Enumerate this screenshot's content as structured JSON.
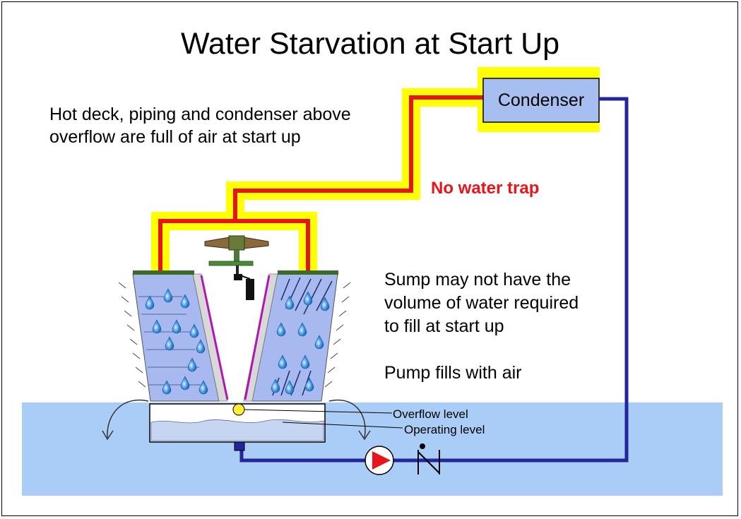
{
  "title": "Water Starvation at Start Up",
  "notes": {
    "air_line1": "Hot deck, piping and condenser above",
    "air_line2": "overflow are full of air at start up",
    "sump_line1": "Sump may not have the",
    "sump_line2": "volume of water required",
    "sump_line3": "to fill at start up",
    "pump": "Pump fills with air"
  },
  "warning": "No water trap",
  "condenser_label": "Condenser",
  "levels": {
    "overflow": "Overflow level",
    "operating": "Operating level"
  },
  "colors": {
    "air_highlight": "#ffff00",
    "hot_pipe": "#e8141b",
    "return_pipe": "#24249c",
    "warning_text": "#e8141b",
    "condenser_fill": "#a6bff0",
    "basin_water": "#a9cdf6",
    "fill_media": "#a7b9ee",
    "pump_red": "#e8141b"
  }
}
